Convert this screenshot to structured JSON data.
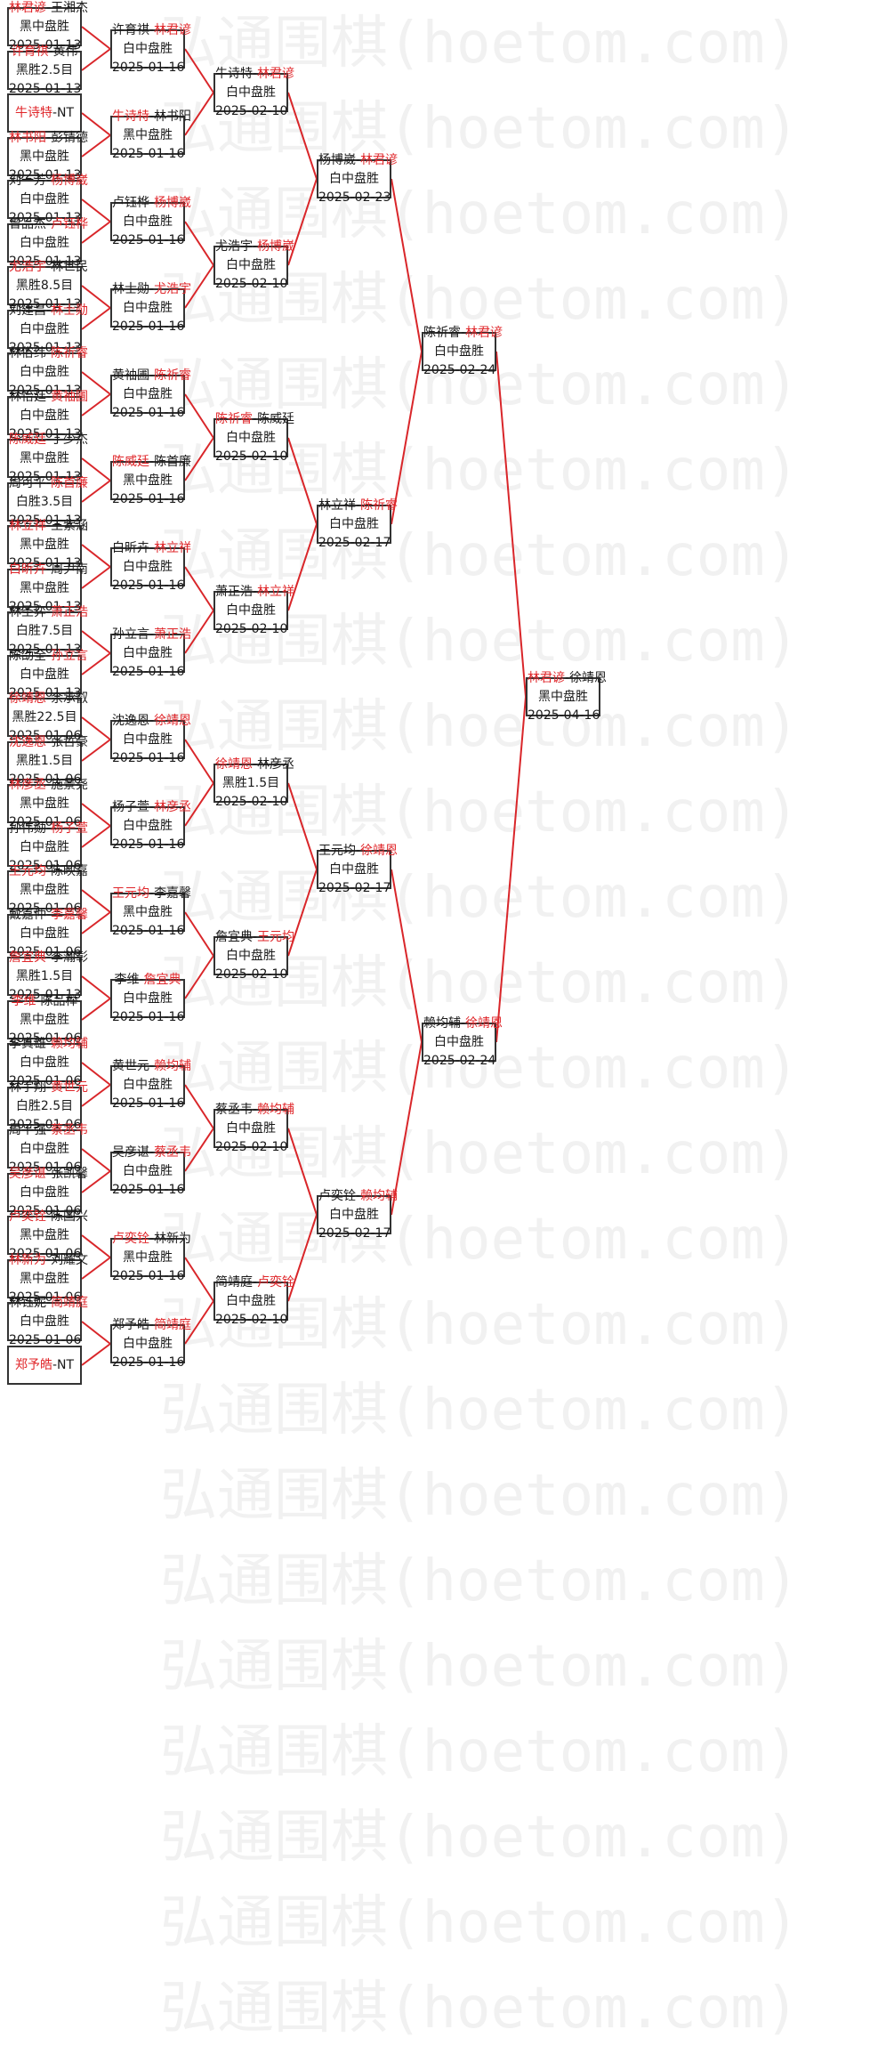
{
  "watermark": "弘通围棋(hoetom.com)",
  "colors": {
    "winner": "#e0262a",
    "line": "#d9262a",
    "text": "#1a1a1a"
  },
  "matches": [
    {
      "id": "r1-1",
      "p1": "林君谚",
      "p2": "王湘杰",
      "win": 1,
      "result": "黑中盘胜",
      "date": "2025-01-13"
    },
    {
      "id": "r1-2",
      "p1": "许育祺",
      "p2": "黄伟",
      "win": 1,
      "result": "黑胜2.5目",
      "date": "2025-01-13"
    },
    {
      "id": "r1-3",
      "p1": "牛诗特",
      "p2": "NT",
      "win": 1,
      "result": "",
      "date": ""
    },
    {
      "id": "r1-4",
      "p1": "林书阳",
      "p2": "彭锖德",
      "win": 1,
      "result": "黑中盘胜",
      "date": "2025-01-13"
    },
    {
      "id": "r1-5",
      "p1": "刘一芳",
      "p2": "杨博崴",
      "win": 2,
      "result": "白中盘胜",
      "date": "2025-01-13"
    },
    {
      "id": "r1-6",
      "p1": "曾品杰",
      "p2": "卢钰桦",
      "win": 2,
      "result": "白中盘胜",
      "date": "2025-01-13"
    },
    {
      "id": "r1-7",
      "p1": "尤浩宇",
      "p2": "林世民",
      "win": 1,
      "result": "黑胜8.5目",
      "date": "2025-01-13"
    },
    {
      "id": "r1-8",
      "p1": "刘建昌",
      "p2": "林士勋",
      "win": 2,
      "result": "白中盘胜",
      "date": "2025-01-13"
    },
    {
      "id": "r1-9",
      "p1": "林俗纬",
      "p2": "陈祈睿",
      "win": 2,
      "result": "白中盘胜",
      "date": "2025-01-13"
    },
    {
      "id": "r1-10",
      "p1": "林怡廷",
      "p2": "黄袖圃",
      "win": 2,
      "result": "白中盘胜",
      "date": "2025-01-13"
    },
    {
      "id": "r1-11",
      "p1": "陈威廷",
      "p2": "丁少杰",
      "win": 1,
      "result": "黑中盘胜",
      "date": "2025-01-13"
    },
    {
      "id": "r1-12",
      "p1": "周可平",
      "p2": "陈首廉",
      "win": 2,
      "result": "白胜3.5目",
      "date": "2025-01-13"
    },
    {
      "id": "r1-13",
      "p1": "林立祥",
      "p2": "王紫涵",
      "win": 1,
      "result": "黑中盘胜",
      "date": "2025-01-13"
    },
    {
      "id": "r1-14",
      "p1": "白昕卉",
      "p2": "周尹南",
      "win": 1,
      "result": "黑中盘胜",
      "date": "2025-01-13"
    },
    {
      "id": "r1-15",
      "p1": "林圣弈",
      "p2": "萧正浩",
      "win": 2,
      "result": "白胜7.5目",
      "date": "2025-01-13"
    },
    {
      "id": "r1-16",
      "p1": "陈劭全",
      "p2": "孙立言",
      "win": 2,
      "result": "白中盘胜",
      "date": "2025-01-13"
    },
    {
      "id": "r1-17",
      "p1": "徐靖恩",
      "p2": "余承叡",
      "win": 1,
      "result": "黑胜22.5目",
      "date": "2025-01-06"
    },
    {
      "id": "r1-18",
      "p1": "沈逸恩",
      "p2": "张哲豪",
      "win": 1,
      "result": "黑胜1.5目",
      "date": "2025-01-06"
    },
    {
      "id": "r1-19",
      "p1": "林彦丞",
      "p2": "施景尧",
      "win": 1,
      "result": "黑中盘胜",
      "date": "2025-01-06"
    },
    {
      "id": "r1-20",
      "p1": "孙伟勋",
      "p2": "杨子萱",
      "win": 2,
      "result": "白中盘胜",
      "date": "2025-01-06"
    },
    {
      "id": "r1-21",
      "p1": "王元均",
      "p2": "陈映嘉",
      "win": 1,
      "result": "黑中盘胜",
      "date": "2025-01-06"
    },
    {
      "id": "r1-22",
      "p1": "戴嘉仲",
      "p2": "李嘉馨",
      "win": 2,
      "result": "白中盘胜",
      "date": "2025-01-06"
    },
    {
      "id": "r1-23",
      "p1": "詹宜典",
      "p2": "李瀚彰",
      "win": 1,
      "result": "黑胜1.5目",
      "date": "2025-01-13"
    },
    {
      "id": "r1-24",
      "p1": "李维",
      "p2": "陈品榉",
      "win": 1,
      "result": "黑中盘胜",
      "date": "2025-01-06"
    },
    {
      "id": "r1-25",
      "p1": "李真雄",
      "p2": "赖均辅",
      "win": 2,
      "result": "白中盘胜",
      "date": "2025-01-06"
    },
    {
      "id": "r1-26",
      "p1": "林宇翔",
      "p2": "黄世元",
      "win": 2,
      "result": "白胜2.5目",
      "date": "2025-01-06"
    },
    {
      "id": "r1-27",
      "p1": "周平强",
      "p2": "蔡丞韦",
      "win": 2,
      "result": "白中盘胜",
      "date": "2025-01-06"
    },
    {
      "id": "r1-28",
      "p1": "吴彦谌",
      "p2": "张凯馨",
      "win": 1,
      "result": "白中盘胜",
      "date": "2025-01-06"
    },
    {
      "id": "r1-29",
      "p1": "卢奕铨",
      "p2": "陈国兴",
      "win": 1,
      "result": "黑中盘胜",
      "date": "2025-01-06"
    },
    {
      "id": "r1-30",
      "p1": "林新为",
      "p2": "刘耀文",
      "win": 1,
      "result": "黑中盘胜",
      "date": "2025-01-06"
    },
    {
      "id": "r1-31",
      "p1": "林钰妮",
      "p2": "简靖庭",
      "win": 2,
      "result": "白中盘胜",
      "date": "2025-01-06"
    },
    {
      "id": "r1-32",
      "p1": "郑予皓",
      "p2": "NT",
      "win": 1,
      "result": "",
      "date": ""
    },
    {
      "id": "r2-1",
      "p1": "许育祺",
      "p2": "林君谚",
      "win": 2,
      "result": "白中盘胜",
      "date": "2025-01-16"
    },
    {
      "id": "r2-2",
      "p1": "牛诗特",
      "p2": "林书阳",
      "win": 1,
      "result": "黑中盘胜",
      "date": "2025-01-16"
    },
    {
      "id": "r2-3",
      "p1": "卢钰桦",
      "p2": "杨博崴",
      "win": 2,
      "result": "白中盘胜",
      "date": "2025-01-16"
    },
    {
      "id": "r2-4",
      "p1": "林士勋",
      "p2": "尤浩宇",
      "win": 2,
      "result": "白中盘胜",
      "date": "2025-01-16"
    },
    {
      "id": "r2-5",
      "p1": "黄袖圃",
      "p2": "陈祈睿",
      "win": 2,
      "result": "白中盘胜",
      "date": "2025-01-16"
    },
    {
      "id": "r2-6",
      "p1": "陈威廷",
      "p2": "陈首廉",
      "win": 1,
      "result": "黑中盘胜",
      "date": "2025-01-16"
    },
    {
      "id": "r2-7",
      "p1": "白昕卉",
      "p2": "林立祥",
      "win": 2,
      "result": "白中盘胜",
      "date": "2025-01-16"
    },
    {
      "id": "r2-8",
      "p1": "孙立言",
      "p2": "萧正浩",
      "win": 2,
      "result": "白中盘胜",
      "date": "2025-01-16"
    },
    {
      "id": "r2-9",
      "p1": "沈逸恩",
      "p2": "徐靖恩",
      "win": 2,
      "result": "白中盘胜",
      "date": "2025-01-16"
    },
    {
      "id": "r2-10",
      "p1": "杨子萱",
      "p2": "林彦丞",
      "win": 2,
      "result": "白中盘胜",
      "date": "2025-01-16"
    },
    {
      "id": "r2-11",
      "p1": "王元均",
      "p2": "李嘉馨",
      "win": 1,
      "result": "黑中盘胜",
      "date": "2025-01-16"
    },
    {
      "id": "r2-12",
      "p1": "李维",
      "p2": "詹宜典",
      "win": 2,
      "result": "白中盘胜",
      "date": "2025-01-16"
    },
    {
      "id": "r2-13",
      "p1": "黄世元",
      "p2": "赖均辅",
      "win": 2,
      "result": "白中盘胜",
      "date": "2025-01-16"
    },
    {
      "id": "r2-14",
      "p1": "吴彦谌",
      "p2": "蔡丞韦",
      "win": 2,
      "result": "白中盘胜",
      "date": "2025-01-16"
    },
    {
      "id": "r2-15",
      "p1": "卢奕铨",
      "p2": "林新为",
      "win": 1,
      "result": "黑中盘胜",
      "date": "2025-01-16"
    },
    {
      "id": "r2-16",
      "p1": "郑予皓",
      "p2": "简靖庭",
      "win": 2,
      "result": "白中盘胜",
      "date": "2025-01-16"
    },
    {
      "id": "r3-1",
      "p1": "牛诗特",
      "p2": "林君谚",
      "win": 2,
      "result": "白中盘胜",
      "date": "2025-02-10"
    },
    {
      "id": "r3-2",
      "p1": "尤浩宇",
      "p2": "杨博崴",
      "win": 2,
      "result": "白中盘胜",
      "date": "2025-02-10"
    },
    {
      "id": "r3-3",
      "p1": "陈祈睿",
      "p2": "陈威廷",
      "win": 1,
      "result": "白中盘胜",
      "date": "2025-02-10"
    },
    {
      "id": "r3-4",
      "p1": "萧正浩",
      "p2": "林立祥",
      "win": 2,
      "result": "白中盘胜",
      "date": "2025-02-10"
    },
    {
      "id": "r3-5",
      "p1": "徐靖恩",
      "p2": "林彦丞",
      "win": 1,
      "result": "黑胜1.5目",
      "date": "2025-02-10"
    },
    {
      "id": "r3-6",
      "p1": "詹宜典",
      "p2": "王元均",
      "win": 2,
      "result": "白中盘胜",
      "date": "2025-02-10"
    },
    {
      "id": "r3-7",
      "p1": "蔡丞韦",
      "p2": "赖均辅",
      "win": 2,
      "result": "白中盘胜",
      "date": "2025-02-10"
    },
    {
      "id": "r3-8",
      "p1": "简靖庭",
      "p2": "卢奕铨",
      "win": 2,
      "result": "白中盘胜",
      "date": "2025-02-10"
    },
    {
      "id": "r4-1",
      "p1": "杨博崴",
      "p2": "林君谚",
      "win": 2,
      "result": "白中盘胜",
      "date": "2025-02-23"
    },
    {
      "id": "r4-2",
      "p1": "林立祥",
      "p2": "陈祈睿",
      "win": 2,
      "result": "白中盘胜",
      "date": "2025-02-17"
    },
    {
      "id": "r4-3",
      "p1": "王元均",
      "p2": "徐靖恩",
      "win": 2,
      "result": "白中盘胜",
      "date": "2025-02-17"
    },
    {
      "id": "r4-4",
      "p1": "卢奕铨",
      "p2": "赖均辅",
      "win": 2,
      "result": "白中盘胜",
      "date": "2025-02-17"
    },
    {
      "id": "r5-1",
      "p1": "陈祈睿",
      "p2": "林君谚",
      "win": 2,
      "result": "白中盘胜",
      "date": "2025-02-24"
    },
    {
      "id": "r5-2",
      "p1": "赖均辅",
      "p2": "徐靖恩",
      "win": 2,
      "result": "白中盘胜",
      "date": "2025-02-24"
    },
    {
      "id": "final",
      "p1": "林君谚",
      "p2": "徐靖恩",
      "win": 1,
      "result": "黑中盘胜",
      "date": "2025-04-16"
    }
  ]
}
